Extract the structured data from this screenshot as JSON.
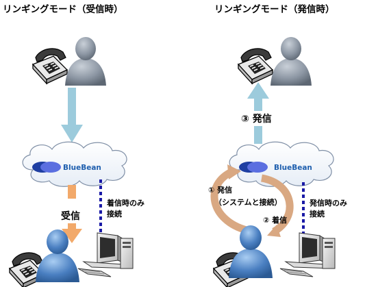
{
  "left": {
    "title": "リンギングモード（受信時）",
    "cloud_label": "BlueBean",
    "arrow_label": "受信",
    "dotted_label_line1": "着信時のみ",
    "dotted_label_line2": "接続"
  },
  "right": {
    "title": "リンギングモード（発信時）",
    "cloud_label": "BlueBean",
    "step3_label": "③ 発信",
    "step1_label": "① 発信",
    "step1_sub": "（システムと接続）",
    "step2_label": "② 着信",
    "dotted_label_line1": "発信時のみ",
    "dotted_label_line2": "接続"
  },
  "colors": {
    "light_blue_arrow": "#9ccbdc",
    "orange_arrow": "#f2a96a",
    "tan_arrow": "#d9a882",
    "dotted_line": "#1a1aa6",
    "person_gray": "#8c96a3",
    "person_blue": "#4a7fc1",
    "brand_text": "#1f5fae"
  },
  "icons": [
    "telephone-icon",
    "person-icon",
    "cloud-icon",
    "computer-icon"
  ]
}
